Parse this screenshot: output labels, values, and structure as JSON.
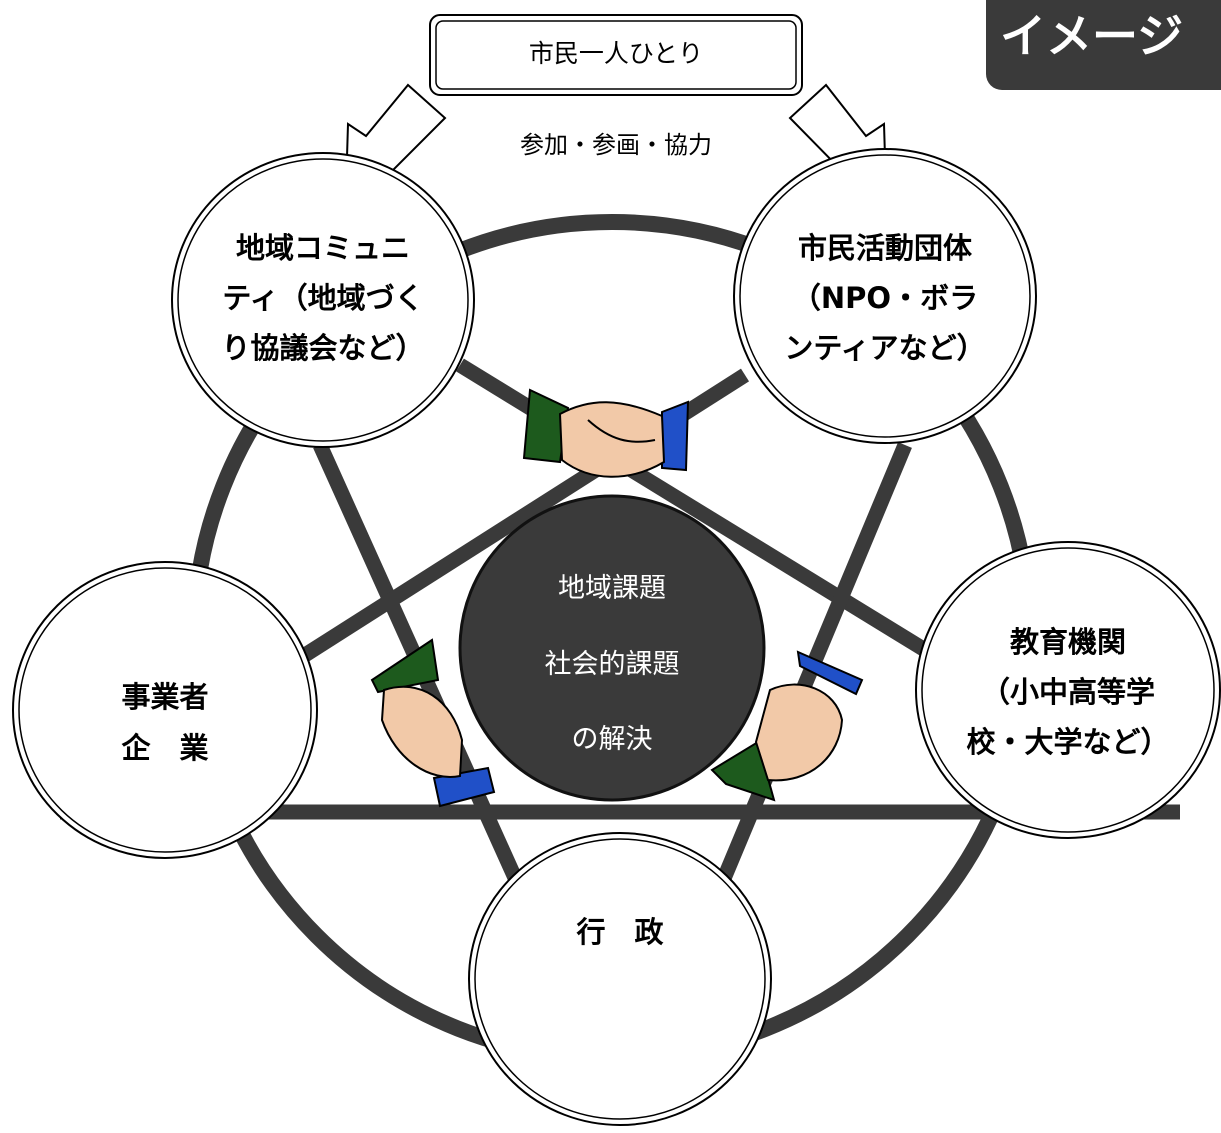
{
  "badge": "イメージ",
  "top_box": "市民一人ひとり",
  "flow_label": "参加・参画・協力",
  "center": [
    "地域課題",
    "社会的課題",
    "の解決"
  ],
  "nodes": {
    "community": [
      "地域コミュニ",
      "ティ（地域づく",
      "り協議会など）"
    ],
    "civic": [
      "市民活動団体",
      "（NPO・ボラ",
      "ンティアなど）"
    ],
    "business": [
      "事業者",
      "企　業"
    ],
    "education": [
      "教育機関",
      "（小中高等学",
      "校・大学など）"
    ],
    "government": [
      "行　政"
    ]
  },
  "colors": {
    "line": "#3a3a3a",
    "center_fill": "#3a3a3a",
    "badge_fill": "#3a3a3a",
    "sleeve_green": "#1d5a1d",
    "sleeve_blue": "#2050c8",
    "skin": "#f2c9a8"
  },
  "icons": [
    "handshake-icon",
    "arrow-down-left-icon",
    "arrow-down-right-icon"
  ]
}
